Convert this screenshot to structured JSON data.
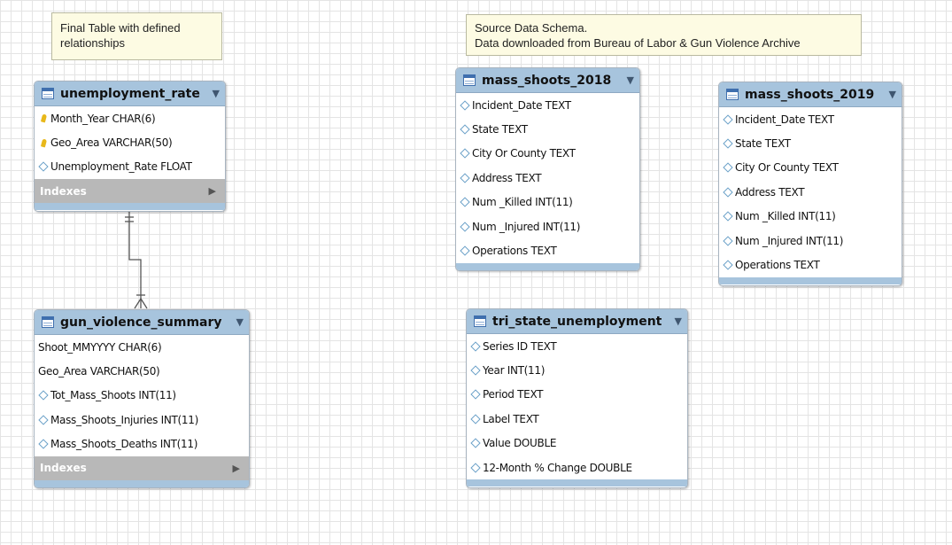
{
  "notes": {
    "final": [
      "Final Table with defined",
      "relationships"
    ],
    "source": [
      "Source Data Schema.",
      "Data downloaded from Bureau of Labor & Gun Violence Archive"
    ]
  },
  "tables": {
    "unemployment_rate": {
      "name": "unemployment_rate",
      "columns": [
        {
          "label": "Month_Year CHAR(6)",
          "icon": "key-icon"
        },
        {
          "label": "Geo_Area VARCHAR(50)",
          "icon": "key-icon"
        },
        {
          "label": "Unemployment_Rate FLOAT",
          "icon": "diamond-icon"
        }
      ],
      "indexes_label": "Indexes"
    },
    "gun_violence_summary": {
      "name": "gun_violence_summary",
      "columns": [
        {
          "label": "Shoot_MMYYYY CHAR(6)",
          "icon": "none"
        },
        {
          "label": "Geo_Area VARCHAR(50)",
          "icon": "none"
        },
        {
          "label": "Tot_Mass_Shoots INT(11)",
          "icon": "diamond-icon"
        },
        {
          "label": "Mass_Shoots_Injuries INT(11)",
          "icon": "diamond-icon"
        },
        {
          "label": "Mass_Shoots_Deaths INT(11)",
          "icon": "diamond-icon"
        }
      ],
      "indexes_label": "Indexes"
    },
    "mass_shoots_2018": {
      "name": "mass_shoots_2018",
      "columns": [
        {
          "label": "Incident_Date TEXT",
          "icon": "diamond-icon"
        },
        {
          "label": "State TEXT",
          "icon": "diamond-icon"
        },
        {
          "label": "City Or County TEXT",
          "icon": "diamond-icon"
        },
        {
          "label": "Address TEXT",
          "icon": "diamond-icon"
        },
        {
          "label": "Num _Killed INT(11)",
          "icon": "diamond-icon"
        },
        {
          "label": "Num _Injured INT(11)",
          "icon": "diamond-icon"
        },
        {
          "label": "Operations TEXT",
          "icon": "diamond-icon"
        }
      ]
    },
    "mass_shoots_2019": {
      "name": "mass_shoots_2019",
      "columns": [
        {
          "label": "Incident_Date TEXT",
          "icon": "diamond-icon"
        },
        {
          "label": "State TEXT",
          "icon": "diamond-icon"
        },
        {
          "label": "City Or County TEXT",
          "icon": "diamond-icon"
        },
        {
          "label": "Address TEXT",
          "icon": "diamond-icon"
        },
        {
          "label": "Num _Killed INT(11)",
          "icon": "diamond-icon"
        },
        {
          "label": "Num _Injured INT(11)",
          "icon": "diamond-icon"
        },
        {
          "label": "Operations TEXT",
          "icon": "diamond-icon"
        }
      ]
    },
    "tri_state_unemployment": {
      "name": "tri_state_unemployment",
      "columns": [
        {
          "label": "Series ID TEXT",
          "icon": "diamond-icon"
        },
        {
          "label": "Year INT(11)",
          "icon": "diamond-icon"
        },
        {
          "label": "Period TEXT",
          "icon": "diamond-icon"
        },
        {
          "label": "Label TEXT",
          "icon": "diamond-icon"
        },
        {
          "label": "Value DOUBLE",
          "icon": "diamond-icon"
        },
        {
          "label": "12-Month % Change DOUBLE",
          "icon": "diamond-icon"
        }
      ]
    }
  },
  "colors": {
    "header": "#a7c4dd",
    "indexes_bar": "#b8b8b8",
    "note_bg": "#fdfbe3",
    "key": "#e8b81a",
    "relationship_line": "#555555"
  },
  "relationship": {
    "from": "unemployment_rate",
    "to": "gun_violence_summary",
    "type": "one-to-many"
  }
}
